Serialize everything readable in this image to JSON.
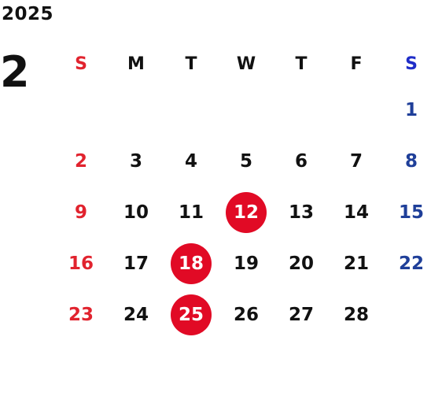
{
  "calendar": {
    "year": "2025",
    "month": "2",
    "weekdays": [
      "S",
      "M",
      "T",
      "W",
      "T",
      "F",
      "S"
    ],
    "weeks": [
      [
        "",
        "",
        "",
        "",
        "",
        "",
        "1"
      ],
      [
        "2",
        "3",
        "4",
        "5",
        "6",
        "7",
        "8"
      ],
      [
        "9",
        "10",
        "11",
        "12",
        "13",
        "14",
        "15"
      ],
      [
        "16",
        "17",
        "18",
        "19",
        "20",
        "21",
        "22"
      ],
      [
        "23",
        "24",
        "25",
        "26",
        "27",
        "28",
        ""
      ]
    ],
    "highlighted_days": [
      "12",
      "18",
      "25"
    ]
  },
  "colors": {
    "sunday": "#e1232e",
    "saturday": "#1f3f99",
    "highlight": "#e10a25"
  }
}
